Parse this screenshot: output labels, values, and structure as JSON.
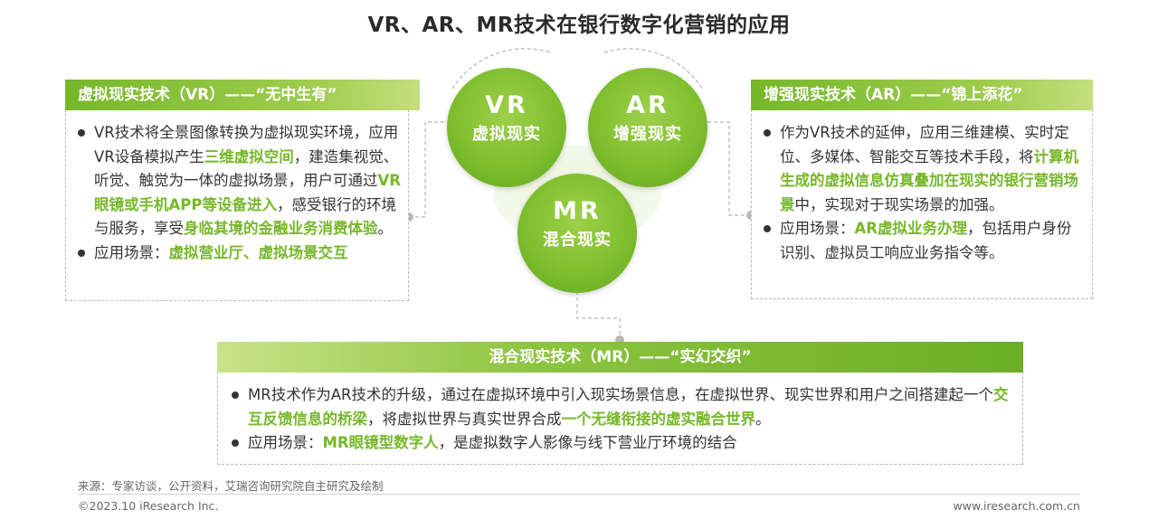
{
  "title": "VR、AR、MR技术在银行数字化营销的应用",
  "circles": {
    "vr": {
      "abbr": "VR",
      "name": "虚拟现实"
    },
    "ar": {
      "abbr": "AR",
      "name": "增强现实"
    },
    "mr": {
      "abbr": "MR",
      "name": "混合现实"
    }
  },
  "vr_panel": {
    "header": "虚拟现实技术（VR）——“无中生有”",
    "bullet1": [
      {
        "t": "VR技术将全景图像转换为虚拟现实环境，应用VR设备模拟产生"
      },
      {
        "t": "三维虚拟空间",
        "hl": true
      },
      {
        "t": "，建造集视觉、听觉、触觉为一体的虚拟场景，用户可通过"
      },
      {
        "t": "VR眼镜或手机APP等设备进入",
        "hl": true
      },
      {
        "t": "，感受银行的环境与服务，享受"
      },
      {
        "t": "身临其境的金融业务消费体验",
        "hl": true
      },
      {
        "t": "。"
      }
    ],
    "bullet2": [
      {
        "t": "应用场景："
      },
      {
        "t": "虚拟营业厅、虚拟场景交互",
        "hl": true
      }
    ]
  },
  "ar_panel": {
    "header": "增强现实技术（AR）——“锦上添花”",
    "bullet1": [
      {
        "t": "作为VR技术的延伸，应用三维建模、实时定位、多媒体、智能交互等技术手段，将"
      },
      {
        "t": "计算机生成的虚拟信息仿真叠加在现实的银行营销场景",
        "hl": true
      },
      {
        "t": "中，实现对于现实场景的加强。"
      }
    ],
    "bullet2": [
      {
        "t": "应用场景："
      },
      {
        "t": "AR虚拟业务办理",
        "hl": true
      },
      {
        "t": "，包括用户身份识别、虚拟员工响应业务指令等。"
      }
    ]
  },
  "mr_panel": {
    "header": "混合现实技术（MR）——“实幻交织”",
    "bullet1": [
      {
        "t": "MR技术作为AR技术的升级，通过在虚拟环境中引入现实场景信息，在虚拟世界、现实世界和用户之间搭建起一个"
      },
      {
        "t": "交互反馈信息的桥梁",
        "hl": true
      },
      {
        "t": "，将虚拟世界与真实世界合成"
      },
      {
        "t": "一个无缝衔接的虚实融合世界",
        "hl": true
      },
      {
        "t": "。"
      }
    ],
    "bullet2": [
      {
        "t": "应用场景："
      },
      {
        "t": "MR眼镜型数字人",
        "hl": true
      },
      {
        "t": "，是虚拟数字人影像与线下营业厅环境的结合"
      }
    ]
  },
  "footer": {
    "source": "来源：专家访谈，公开资料，艾瑞咨询研究院自主研究及绘制",
    "copyright": "©2023.10 iResearch Inc.",
    "url": "www.iresearch.com.cn"
  },
  "colors": {
    "accent": "#76b82a",
    "text": "#333333"
  }
}
